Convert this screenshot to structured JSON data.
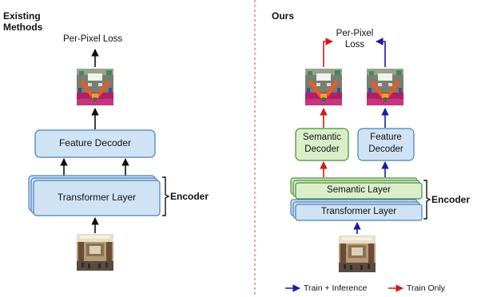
{
  "left_panel": {
    "heading_line1": "Existing",
    "heading_line2": "Methods",
    "loss_label": "Per-Pixel Loss",
    "decoder_label": "Feature Decoder",
    "transformer_label": "Transformer Layer",
    "encoder_label": "Encoder"
  },
  "right_panel": {
    "heading": "Ours",
    "loss_line1": "Per-Pixel",
    "loss_line2": "Loss",
    "semantic_decoder_line1": "Semantic",
    "semantic_decoder_line2": "Decoder",
    "feature_decoder_line1": "Feature",
    "feature_decoder_line2": "Decoder",
    "semantic_layer_label": "Semantic Layer",
    "transformer_label": "Transformer Layer",
    "encoder_label": "Encoder"
  },
  "legend": {
    "train_inference": "Train + Inference",
    "train_only": "Train Only"
  },
  "colors": {
    "blue_box": "#cfe3f5",
    "green_box": "#d9efc9",
    "blue_arrow": "#1a1aa8",
    "red_arrow": "#d41a1a",
    "divider": "#e06a6a"
  }
}
